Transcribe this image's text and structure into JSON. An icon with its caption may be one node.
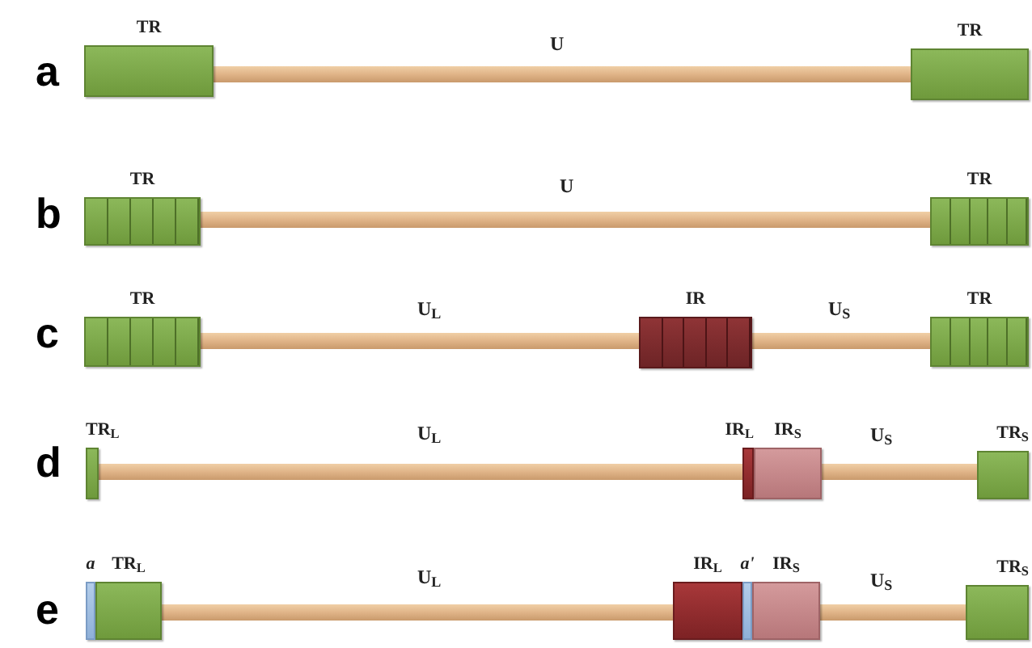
{
  "diagram": {
    "nodes": [
      {
        "text": [
          "TR"
        ]
      },
      {
        "text": [
          "TR"
        ]
      },
      {
        "text": [
          "TR"
        ]
      },
      {
        "text": [
          "TR"
        ]
      },
      {
        "text": [
          "TR"
        ]
      },
      {
        "text": [
          "IR"
        ]
      },
      {
        "text": [
          "TR"
        ]
      },
      {
        "text": [
          "TR$_{L}$"
        ]
      },
      {
        "text": [
          "IR$_{L}$"
        ]
      },
      {
        "text": [
          "IR$_{S}$"
        ]
      },
      {
        "text": [
          "TR$_{S}$"
        ]
      },
      {
        "text": [
          "a"
        ]
      },
      {
        "text": [
          "TR$_{L}$"
        ]
      },
      {
        "text": [
          "IR$_{L}$"
        ]
      },
      {
        "text": [
          "a'"
        ]
      },
      {
        "text": [
          "IR$_{S}$"
        ]
      },
      {
        "text": [
          "TR$_{S}$"
        ]
      }
    ],
    "labels": [
      "a",
      "U",
      "b",
      "U",
      "c",
      "U$_{L}$",
      "U$_{S}$",
      "d",
      "U$_{L}$",
      "U$_{S}$",
      "e",
      "U$_{L}$",
      "U$_{S}$"
    ]
  }
}
